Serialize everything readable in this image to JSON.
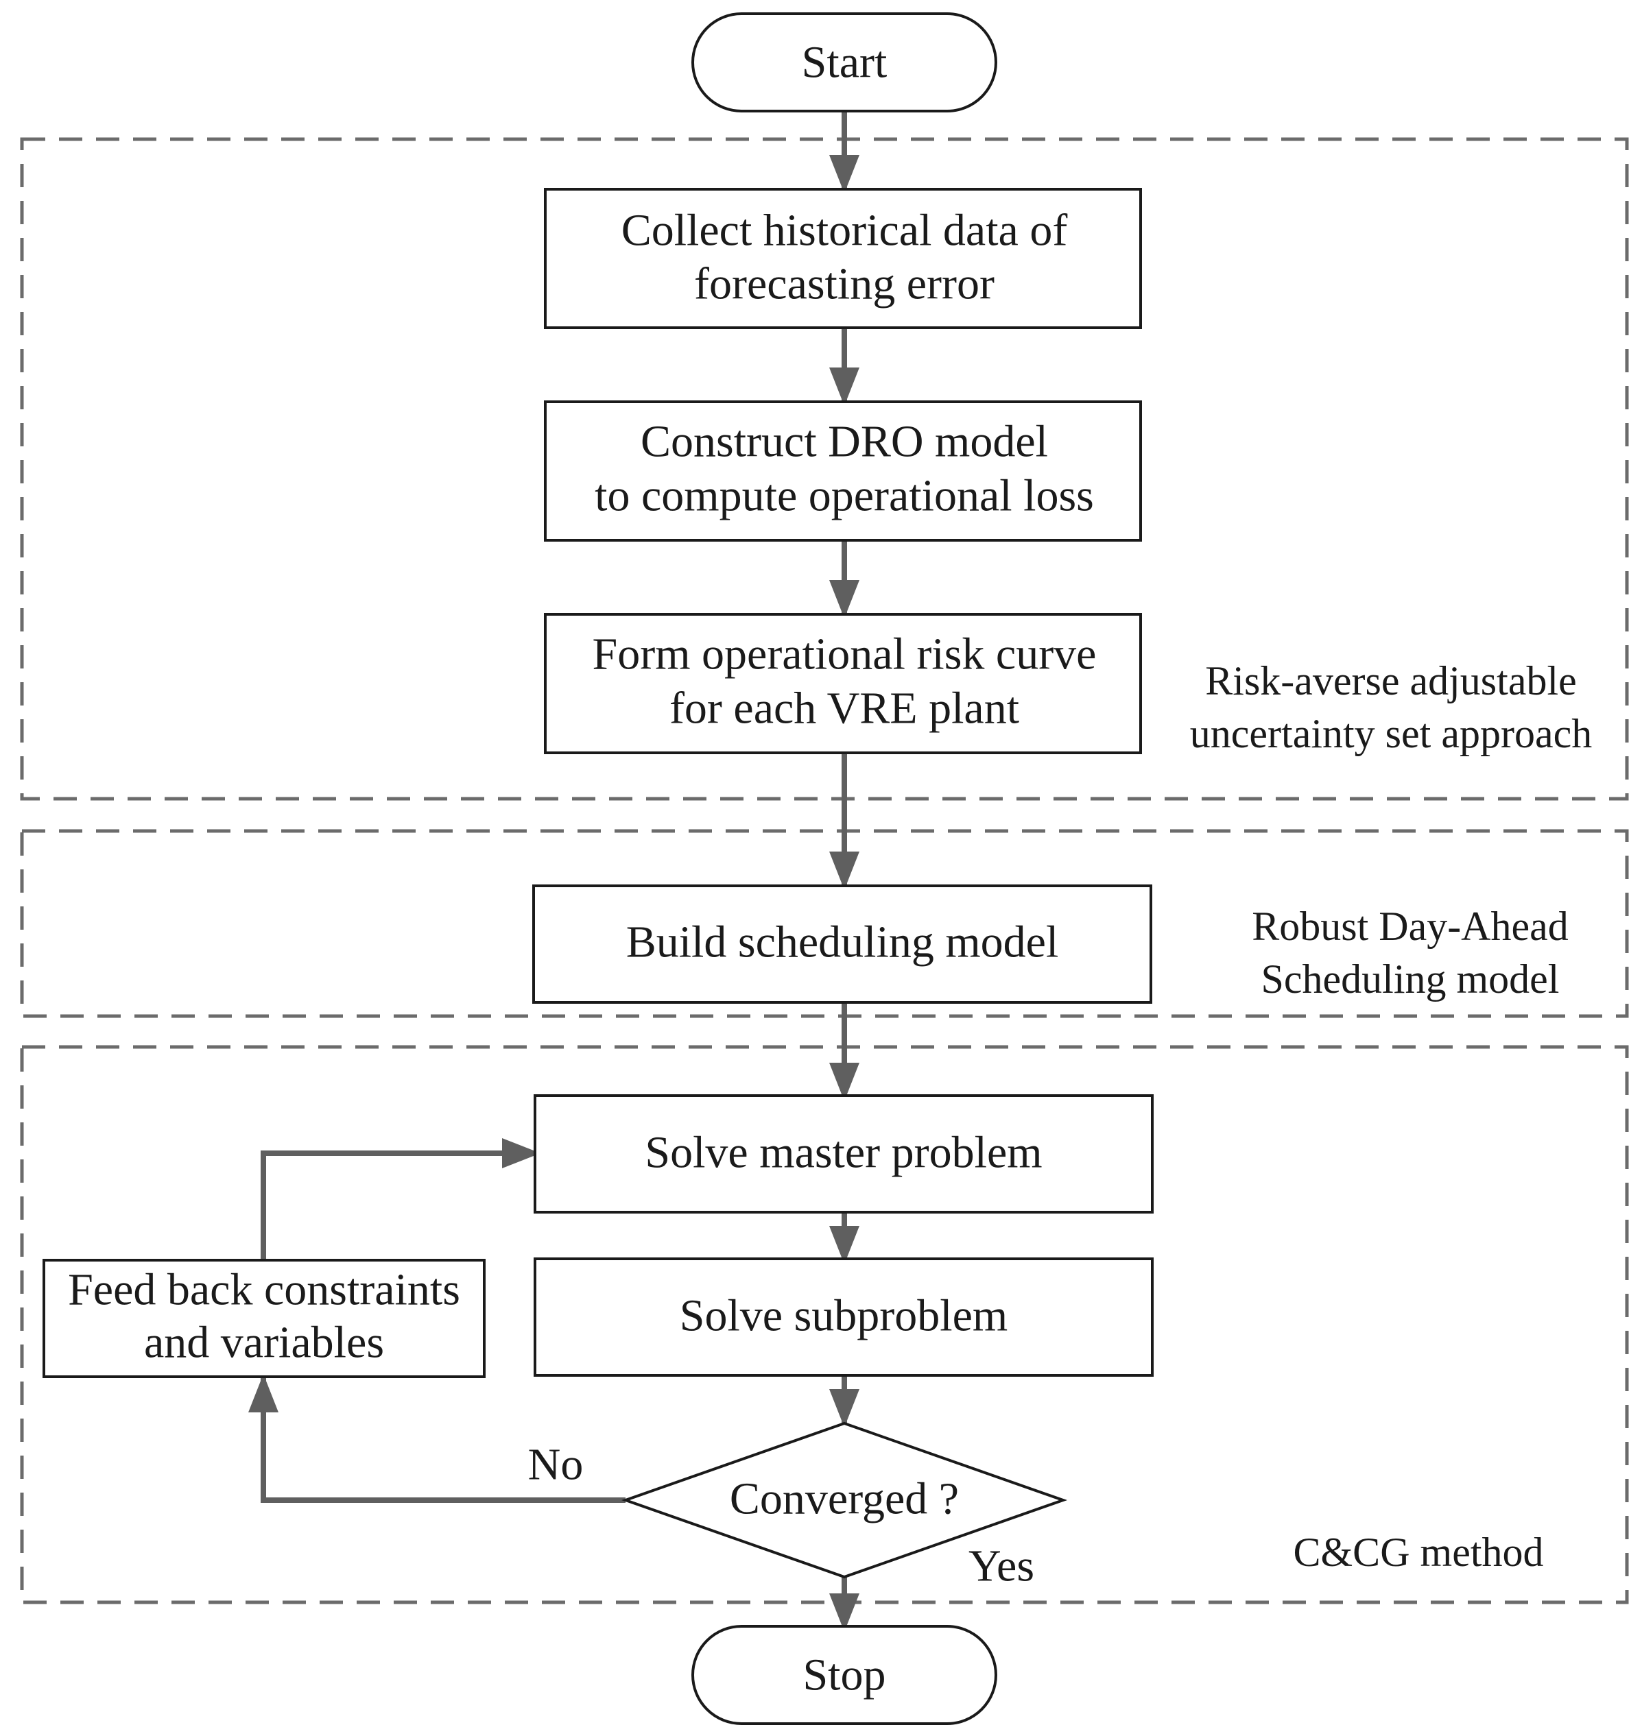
{
  "flowchart": {
    "start": "Start",
    "stop": "Stop",
    "steps": {
      "collect": [
        "Collect historical data of",
        "forecasting error"
      ],
      "construct": [
        "Construct DRO model",
        "to compute operational loss"
      ],
      "form": [
        "Form operational risk curve",
        "for each VRE plant"
      ],
      "build": [
        "Build scheduling model"
      ],
      "master": [
        "Solve master problem"
      ],
      "sub": [
        "Solve subproblem"
      ],
      "feedback": [
        "Feed back constraints",
        "and variables"
      ]
    },
    "decision": "Converged ?",
    "branch_no": "No",
    "branch_yes": "Yes",
    "groups": {
      "risk": [
        "Risk-averse adjustable",
        "uncertainty set approach"
      ],
      "robust": [
        "Robust Day-Ahead",
        "Scheduling model"
      ],
      "ccg": [
        "C&CG method"
      ]
    }
  },
  "colors": {
    "line": "#5f5f5f",
    "box_border": "#1a1a1a",
    "dash": "#6b6b6b",
    "text": "#1a1a1a"
  }
}
